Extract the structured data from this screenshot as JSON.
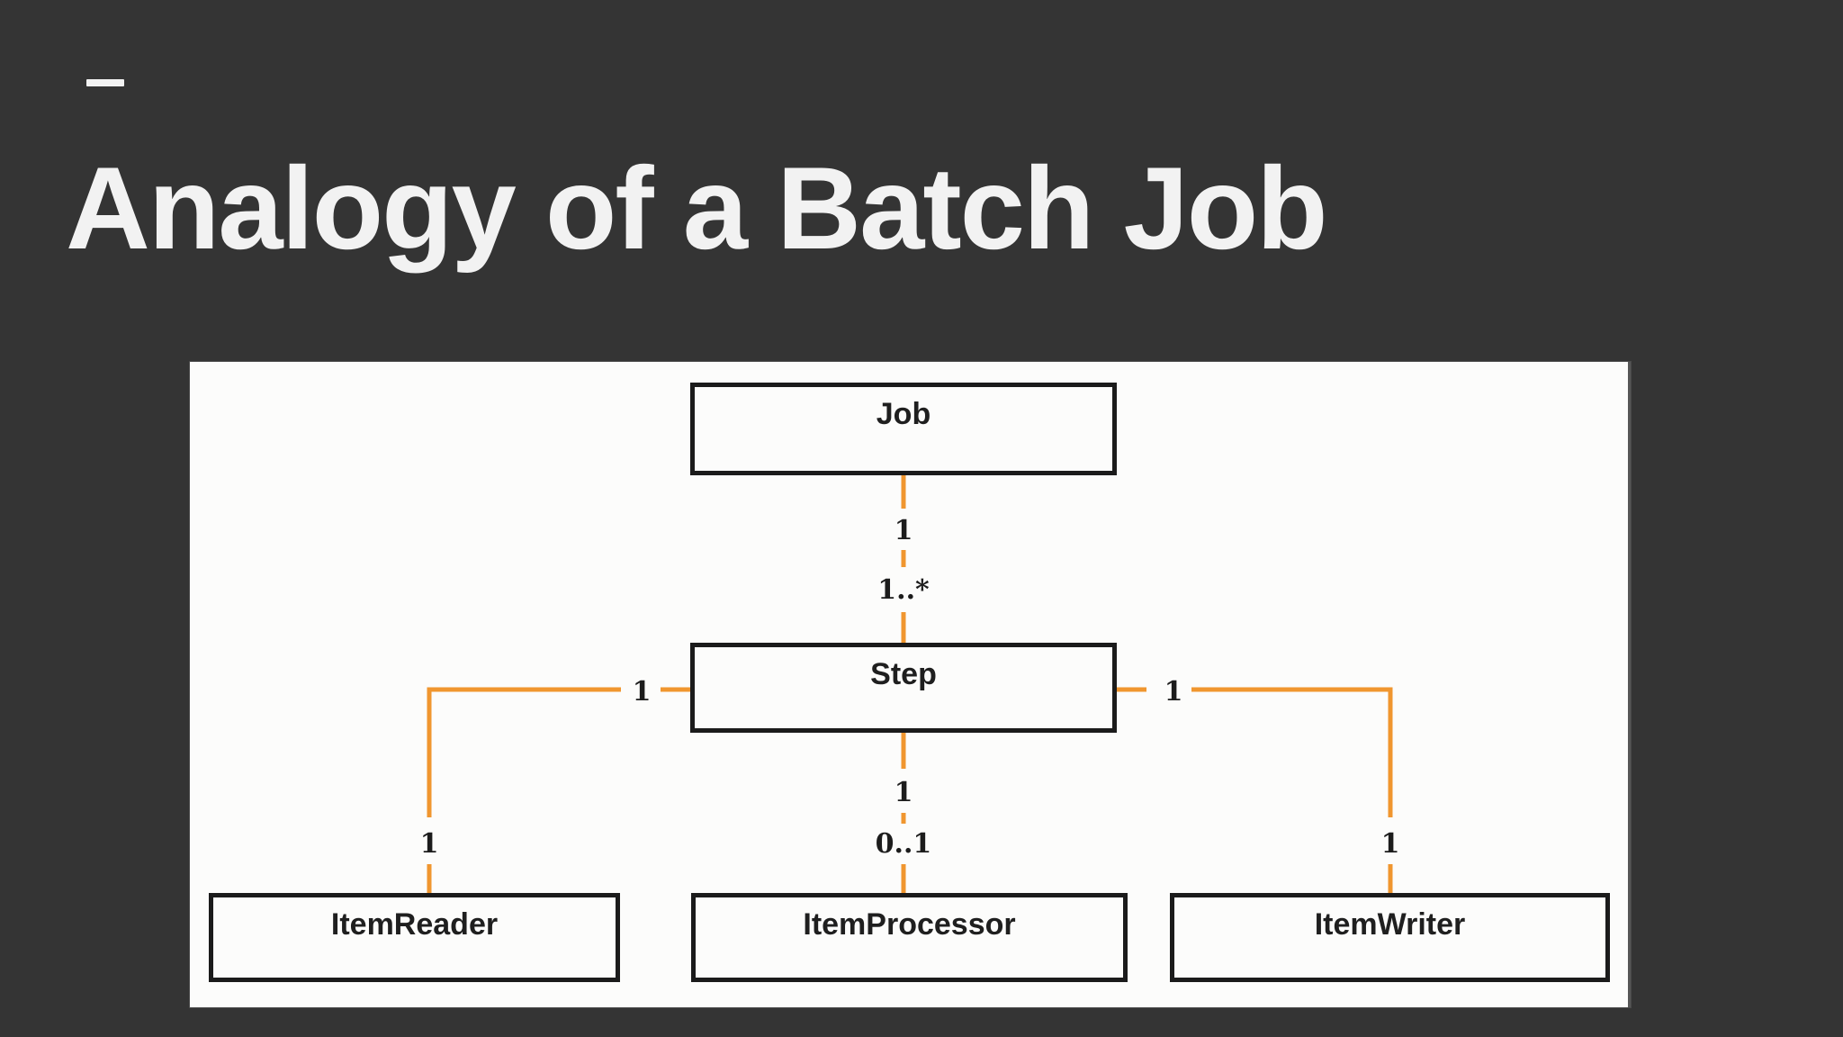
{
  "slide": {
    "title": "Analogy of a Batch Job"
  },
  "diagram": {
    "nodes": [
      {
        "id": "job",
        "label": "Job"
      },
      {
        "id": "step",
        "label": "Step"
      },
      {
        "id": "item-reader",
        "label": "ItemReader"
      },
      {
        "id": "item-processor",
        "label": "ItemProcessor"
      },
      {
        "id": "item-writer",
        "label": "ItemWriter"
      }
    ],
    "multiplicities": {
      "job_step_parent": "1",
      "job_step_child": "1..*",
      "step_reader_parent": "1",
      "step_reader_child": "1",
      "step_processor_parent": "1",
      "step_processor_child": "0..1",
      "step_writer_parent": "1",
      "step_writer_child": "1"
    },
    "colors": {
      "background": "#343434",
      "panel": "#FCFCFB",
      "connector": "#F0962F",
      "title_text": "#F2F2F2",
      "box_border": "#1B1B1B",
      "box_text": "#1F1F1F"
    }
  }
}
